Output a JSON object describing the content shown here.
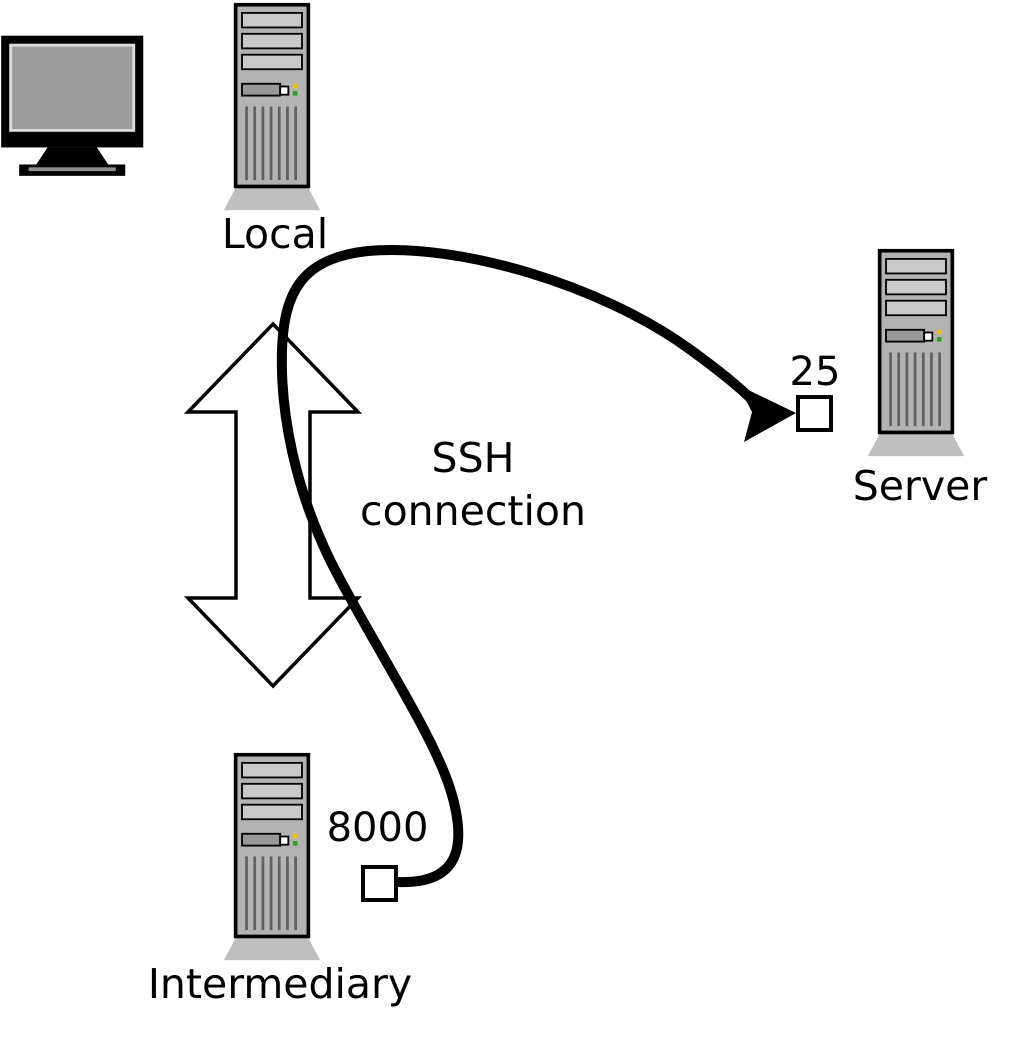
{
  "nodes": {
    "local": {
      "label": "Local"
    },
    "server": {
      "label": "Server",
      "port": "25"
    },
    "intermediary": {
      "label": "Intermediary",
      "port": "8000"
    }
  },
  "labels": {
    "ssh_line1": "SSH",
    "ssh_line2": "connection"
  },
  "colors": {
    "outline": "#000000",
    "tower_body": "#b3b3b3",
    "tower_slot": "#c9c9c9",
    "tower_base": "#bfbfbf",
    "monitor_screen": "#9c9c9c",
    "double_arrow_fill": "#ffffff",
    "connection_stroke": "#000000",
    "led_yellow": "#f0c000",
    "led_green": "#30a020",
    "port_fill": "#ffffff"
  }
}
